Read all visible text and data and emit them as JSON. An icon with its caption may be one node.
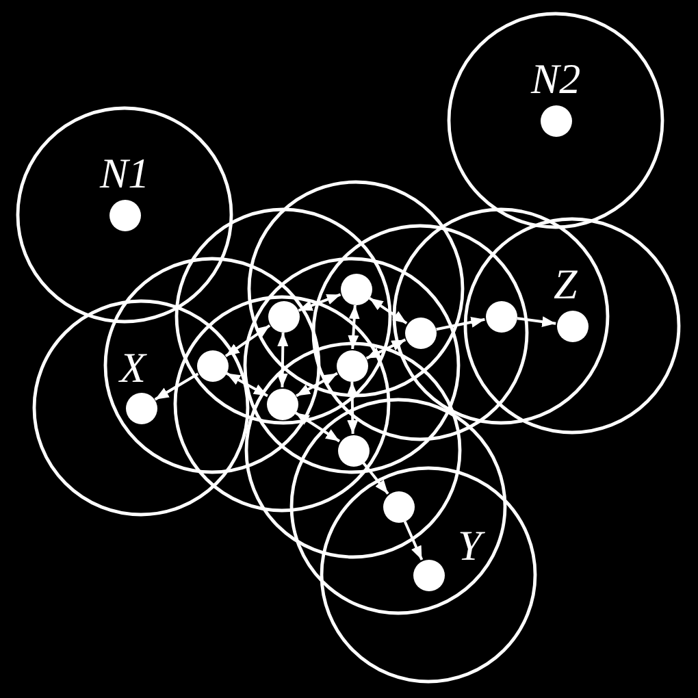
{
  "diagram": {
    "nodes": [
      {
        "text": [],
        "shape": "circle",
        "beside": [
          "N2"
        ]
      },
      {
        "text": [],
        "shape": "circle",
        "beside": [
          "N1"
        ]
      },
      {
        "text": [],
        "shape": "circle"
      },
      {
        "text": [],
        "shape": "circle"
      },
      {
        "text": [],
        "shape": "circle"
      },
      {
        "text": [],
        "shape": "circle",
        "beside": [
          "Z"
        ]
      },
      {
        "text": [],
        "shape": "circle"
      },
      {
        "text": [],
        "shape": "circle"
      },
      {
        "text": [],
        "shape": "circle"
      },
      {
        "text": [],
        "shape": "circle"
      },
      {
        "text": [],
        "shape": "circle",
        "beside": [
          "X"
        ]
      },
      {
        "text": [],
        "shape": "circle"
      },
      {
        "text": [],
        "shape": "circle"
      },
      {
        "text": [],
        "shape": "circle",
        "beside": [
          "Y"
        ]
      }
    ],
    "edges": [
      {
        "from": 7,
        "to": 3,
        "arrow": "both"
      },
      {
        "from": 7,
        "to": 9,
        "arrow": "both"
      },
      {
        "from": 7,
        "to": 10,
        "arrow": "to"
      },
      {
        "from": 3,
        "to": 9,
        "arrow": "both"
      },
      {
        "from": 3,
        "to": 2,
        "arrow": "both"
      },
      {
        "from": 2,
        "to": 8,
        "arrow": "both"
      },
      {
        "from": 2,
        "to": 6,
        "arrow": "both"
      },
      {
        "from": 8,
        "to": 6,
        "arrow": "both"
      },
      {
        "from": 9,
        "to": 8,
        "arrow": "both"
      },
      {
        "from": 8,
        "to": 11,
        "arrow": "both"
      },
      {
        "from": 9,
        "to": 11,
        "arrow": "both"
      },
      {
        "from": 6,
        "to": 4,
        "arrow": "to"
      },
      {
        "from": 4,
        "to": 5,
        "arrow": "to"
      },
      {
        "from": 11,
        "to": 12,
        "arrow": "to"
      },
      {
        "from": 12,
        "to": 13,
        "arrow": "to"
      }
    ]
  }
}
